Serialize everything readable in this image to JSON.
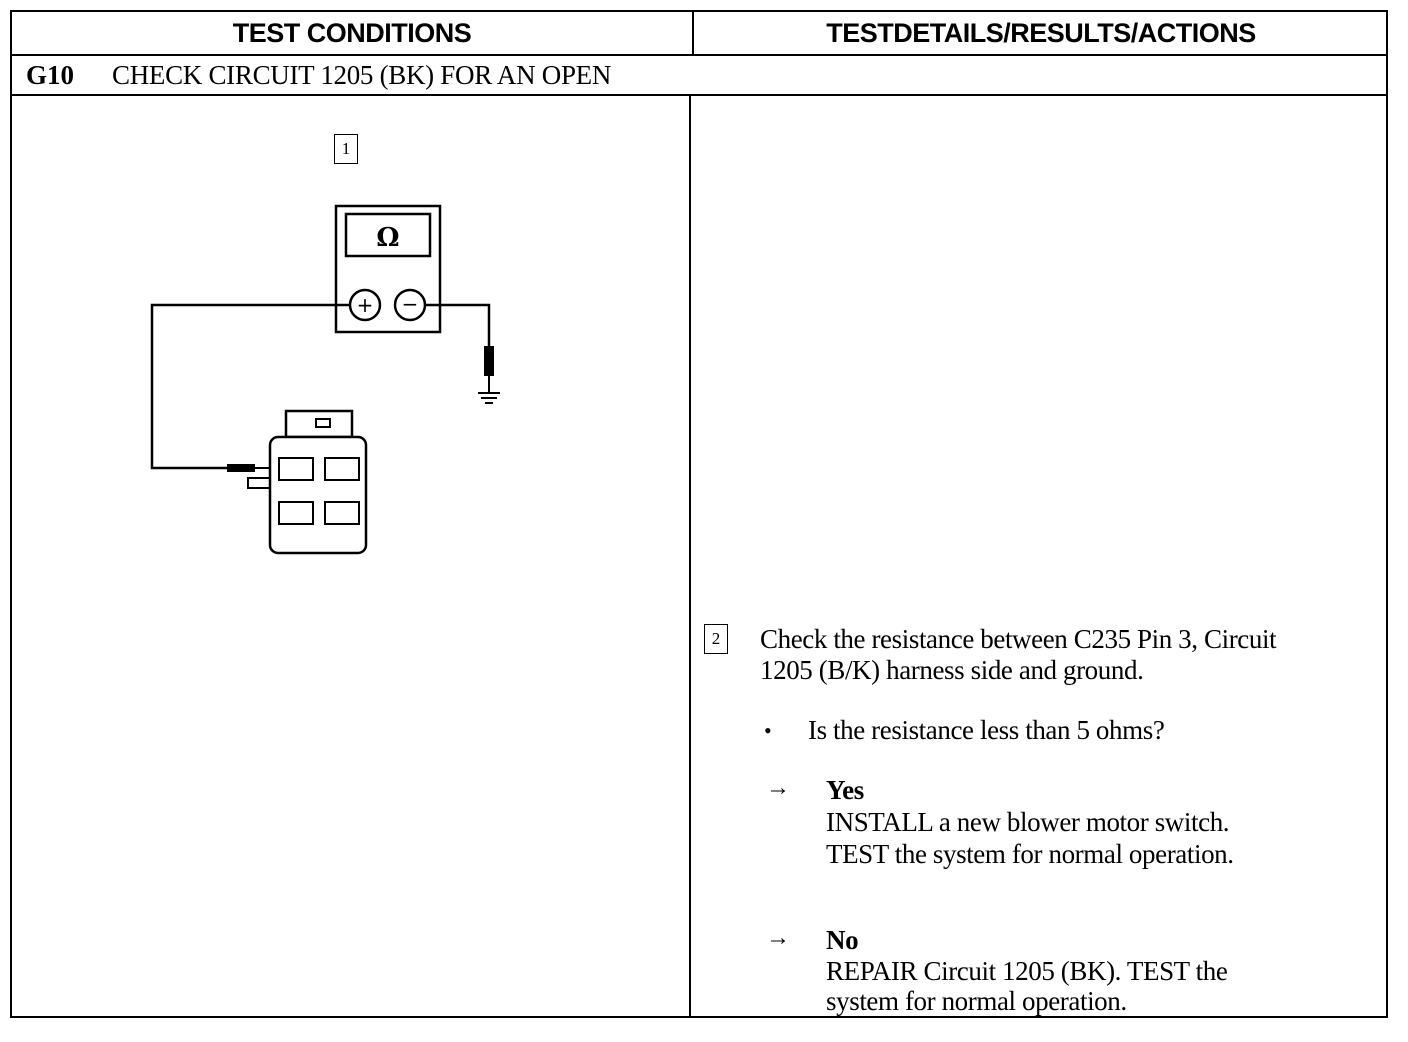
{
  "header": {
    "left_title": "TEST CONDITIONS",
    "right_title": "TESTDETAILS/RESULTS/ACTIONS"
  },
  "step": {
    "id": "G10",
    "title": "CHECK CIRCUIT 1205 (BK) FOR AN OPEN"
  },
  "diagram": {
    "callout": "1",
    "meter_symbol": "Ω",
    "plus_symbol": "+",
    "minus_symbol": "−"
  },
  "details": {
    "callout": "2",
    "instruction_line1": "Check the resistance between C235 Pin 3, Circuit",
    "instruction_line2": "1205 (B/K) harness side and ground.",
    "bullet": "•",
    "question": "Is the resistance less than 5 ohms?",
    "arrow": "→",
    "yes_label": "Yes",
    "yes_line1": "INSTALL a new blower motor switch.",
    "yes_line2": "TEST the system for normal operation.",
    "no_label": "No",
    "no_line1": "REPAIR Circuit 1205 (BK). TEST the",
    "no_line2": "system for normal operation."
  }
}
